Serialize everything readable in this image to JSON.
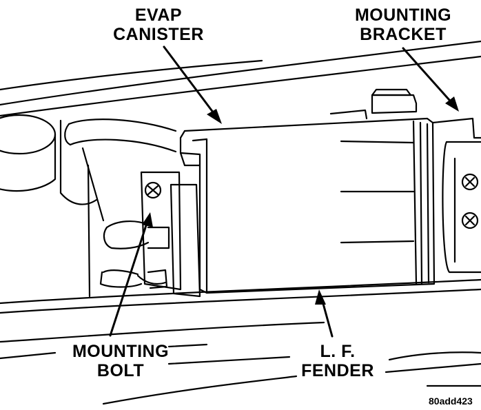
{
  "callouts": {
    "evap_canister": [
      "EVAP",
      "CANISTER"
    ],
    "mounting_bracket": [
      "MOUNTING",
      "BRACKET"
    ],
    "mounting_bolt": [
      "MOUNTING",
      "BOLT"
    ],
    "lf_fender": [
      "L. F.",
      "FENDER"
    ]
  },
  "figure_id": "80add423",
  "colors": {
    "ink": "#000000",
    "paper": "#ffffff"
  }
}
